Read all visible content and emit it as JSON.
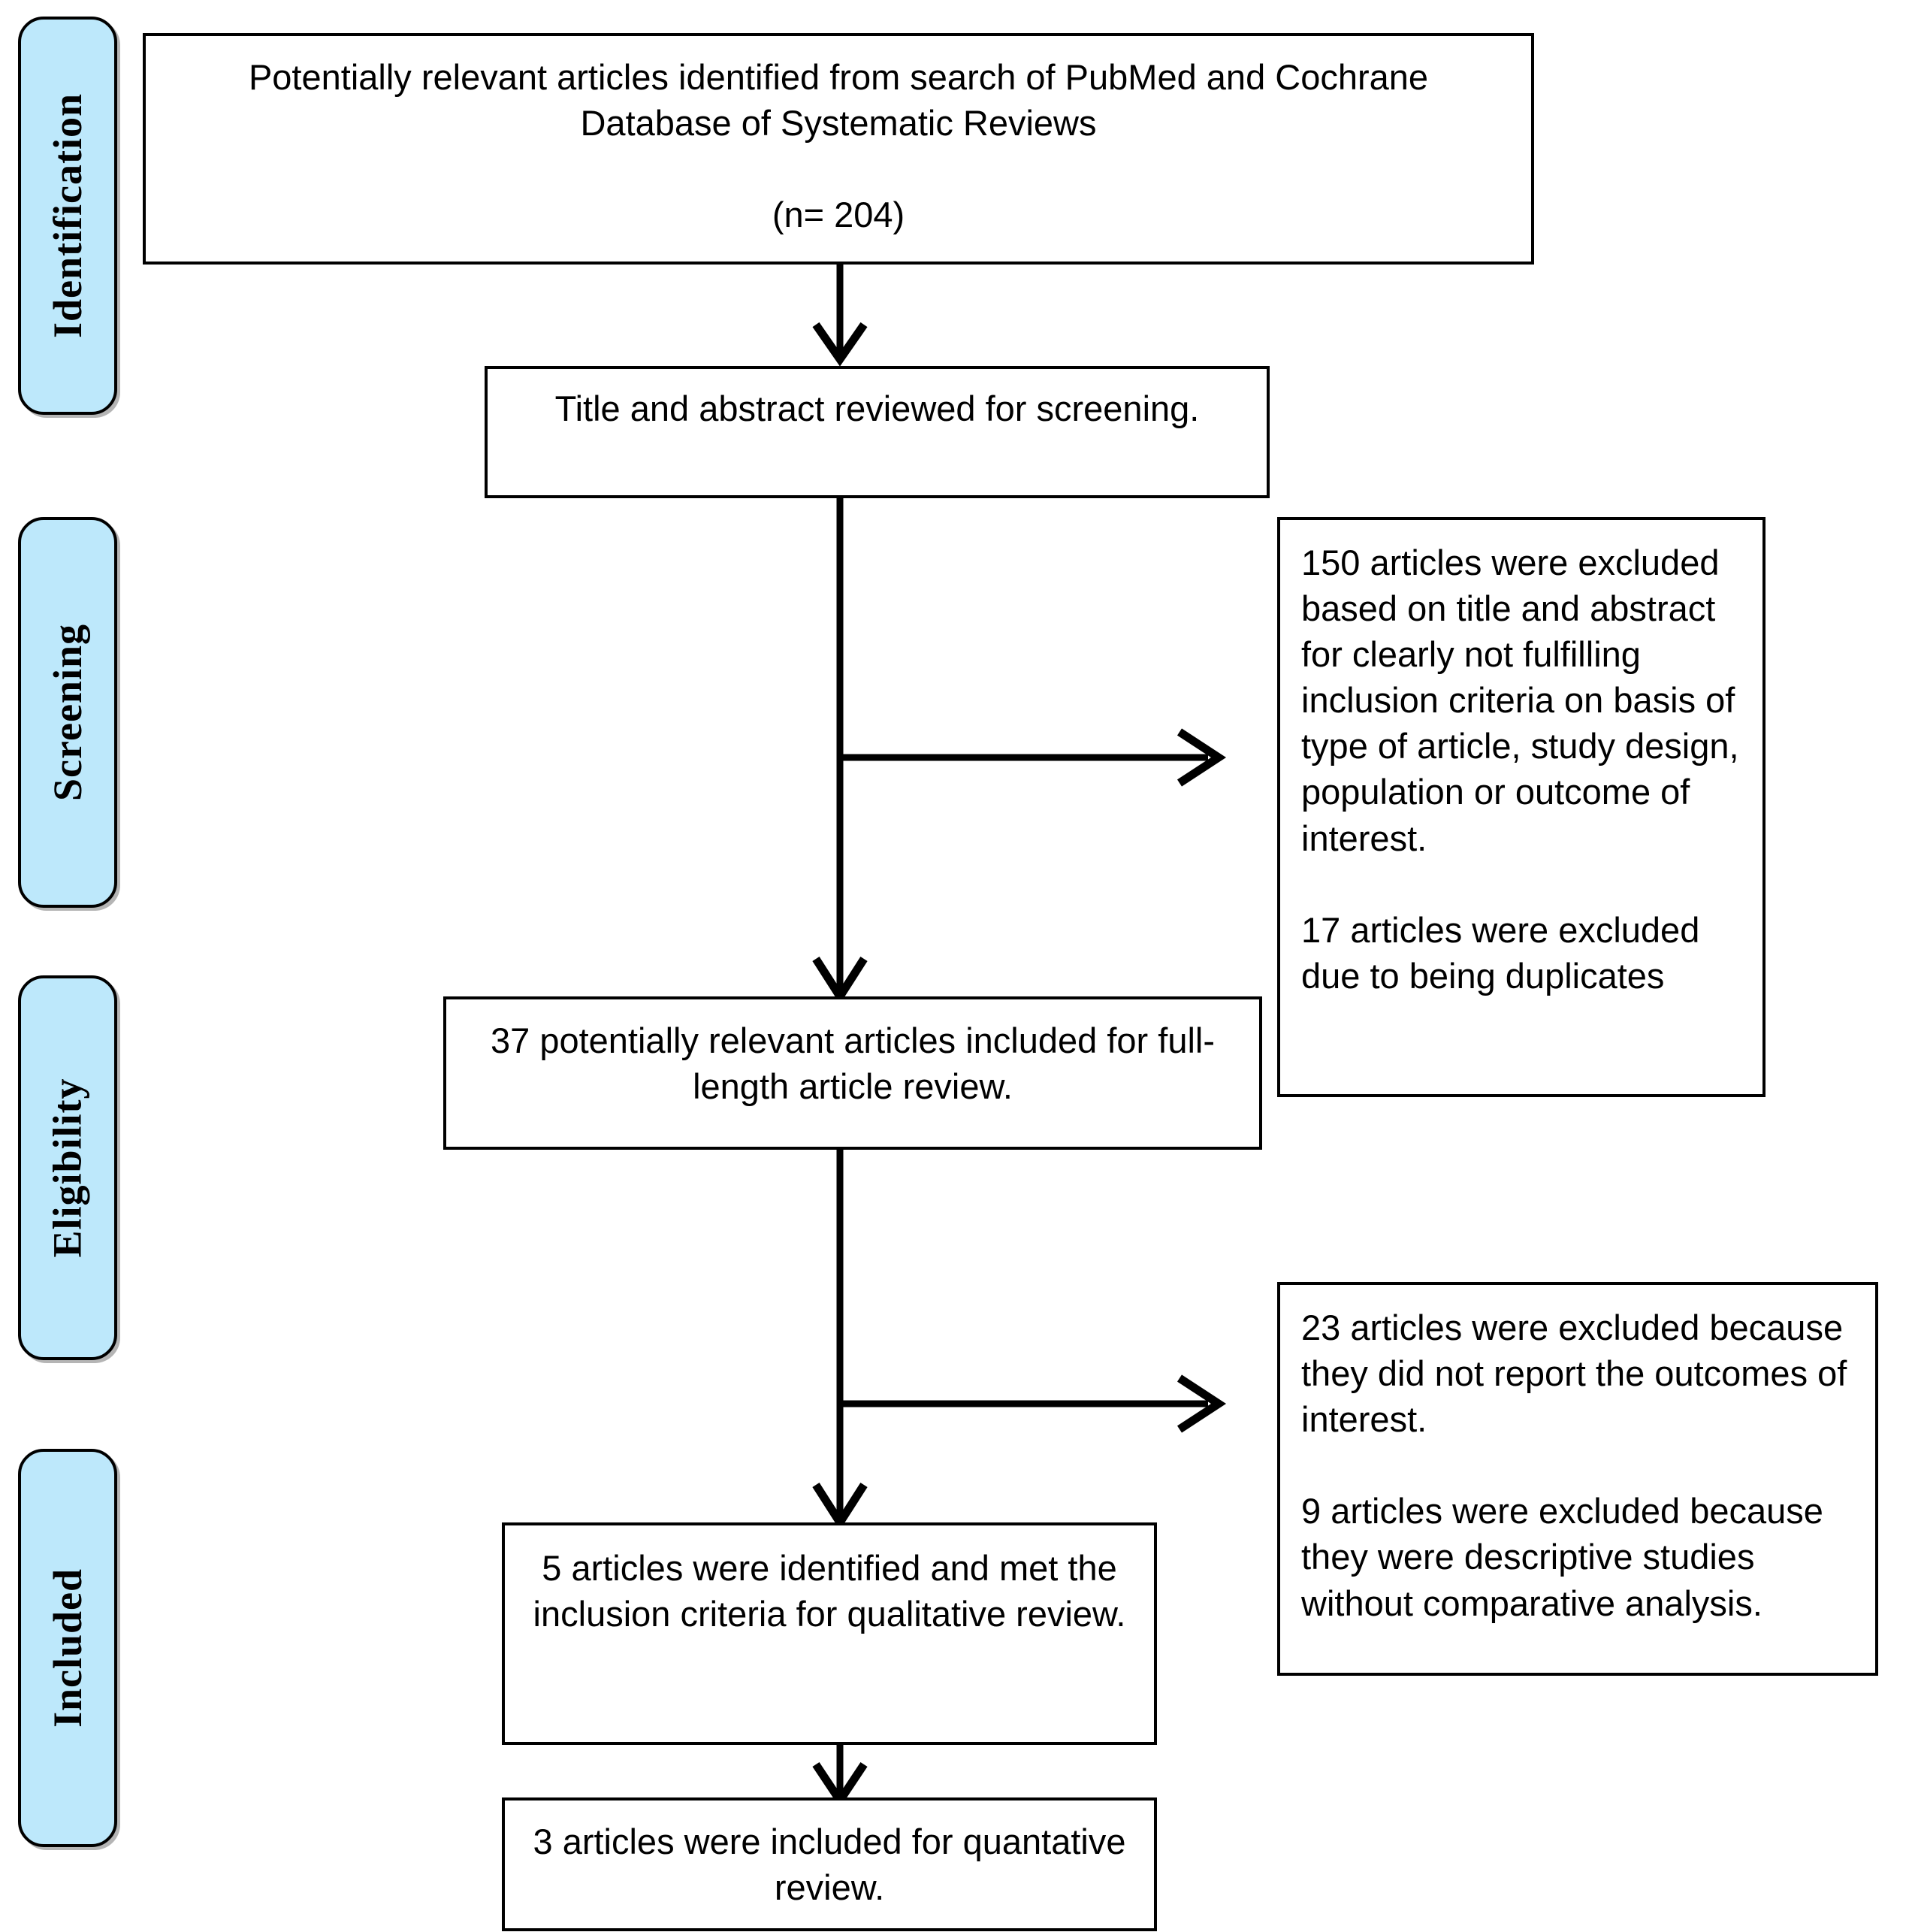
{
  "diagram": {
    "title": "PRISMA study selection flow diagram",
    "accent_blue": "#bde8fb",
    "line_color": "#000000",
    "box_border_color": "#000000",
    "background": "#ffffff"
  },
  "stages": [
    {
      "label": "Identification"
    },
    {
      "label": "Screening"
    },
    {
      "label": "Eligibility"
    },
    {
      "label": "Included"
    }
  ],
  "boxes": {
    "identified": {
      "text": "Potentially relevant articles identified from search of PubMed and Cochrane Database of Systematic Reviews\n\n(n= 204)",
      "line1": "Potentially relevant articles identified from search of PubMed and Cochrane",
      "line2": "Database of Systematic Reviews",
      "line3": "(n= 204)",
      "count": 204
    },
    "screened": {
      "text": "Title and abstract reviewed for screening."
    },
    "excluded_screening": {
      "text": "150 articles were excluded based on title and abstract for clearly not fulfilling inclusion criteria on basis of type of article, study design, population or outcome of interest.\n\n17 articles were excluded due to being duplicates",
      "paragraph1": "150 articles were excluded based on title and abstract for clearly not fulfilling inclusion criteria on basis of type of article, study design, population or outcome of interest.",
      "paragraph2": "17 articles were excluded due to being duplicates",
      "count_title_abstract": 150,
      "count_duplicates": 17
    },
    "full_length": {
      "text": "37 potentially relevant articles included for full-length article review.",
      "count": 37
    },
    "excluded_eligibility": {
      "text": "23 articles were excluded because they did not report the outcomes of interest.\n\n9 articles were excluded because they were descriptive studies without comparative analysis.",
      "paragraph1": "23 articles were excluded because they did not report the outcomes of interest.",
      "paragraph2": "9 articles were excluded because they were descriptive studies without comparative analysis.",
      "count_no_outcomes": 23,
      "count_descriptive": 9
    },
    "qualitative": {
      "text": "5 articles were identified and met the inclusion criteria for qualitative review.",
      "count": 5
    },
    "quantitative": {
      "text": "3 articles were included for quantative review.",
      "count": 3
    }
  }
}
